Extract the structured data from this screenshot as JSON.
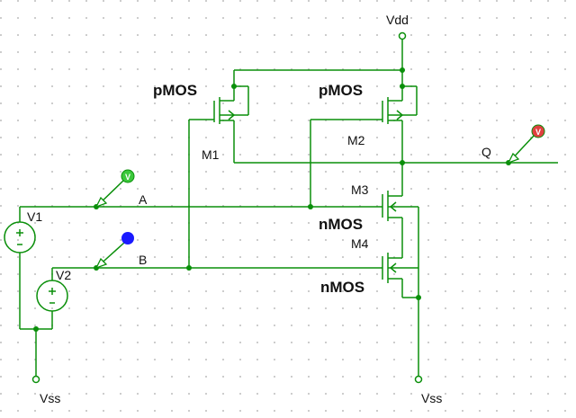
{
  "labels": {
    "vdd": "Vdd",
    "vss_left": "Vss",
    "vss_right": "Vss",
    "node_a": "A",
    "node_b": "B",
    "node_q": "Q",
    "src_v1": "V1",
    "src_v2": "V2",
    "m1": "M1",
    "m2": "M2",
    "m3": "M3",
    "m4": "M4",
    "type_m1": "pMOS",
    "type_m2": "pMOS",
    "type_m3": "nMOS",
    "type_m4": "nMOS"
  },
  "probes": {
    "a": {
      "letter": "V",
      "color": "#3cc83c"
    },
    "b": {
      "letter": "",
      "color": "#1a1aff"
    },
    "q": {
      "letter": "V",
      "color": "#e04040"
    }
  },
  "colors": {
    "wire": "#0a8f0a",
    "grid": "#bdbdbd",
    "text": "#111111"
  }
}
